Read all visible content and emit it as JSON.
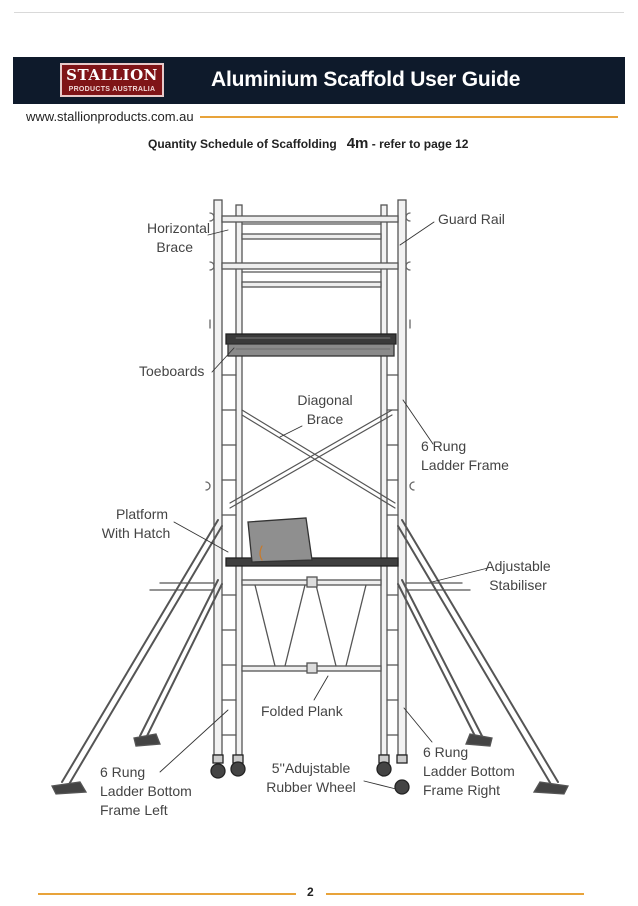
{
  "header": {
    "logo_main": "STALLION",
    "logo_sub": "PRODUCTS AUSTRALIA",
    "title": "Aluminium Scaffold User Guide"
  },
  "website": "www.stallionproducts.com.au",
  "schedule": {
    "prefix": "Quantity Schedule of Scaffolding",
    "height": "4m",
    "suffix": "- refer to page 12"
  },
  "labels": {
    "horizontal_brace": [
      "Horizontal",
      "Brace"
    ],
    "guard_rail": "Guard Rail",
    "toeboards": "Toeboards",
    "diagonal_brace": [
      "Diagonal",
      "Brace"
    ],
    "ladder_frame": [
      "6 Rung",
      "Ladder Frame"
    ],
    "platform_hatch": [
      "Platform",
      "With Hatch"
    ],
    "stabiliser": [
      "Adjustable",
      "Stabiliser"
    ],
    "folded_plank": "Folded Plank",
    "bottom_left": [
      "6 Rung",
      "Ladder Bottom",
      "Frame Left"
    ],
    "wheel": [
      "5''Adujstable",
      "Rubber Wheel"
    ],
    "bottom_right": [
      "6 Rung",
      "Ladder Bottom",
      "Frame Right"
    ]
  },
  "footer": {
    "page_number": "2"
  }
}
